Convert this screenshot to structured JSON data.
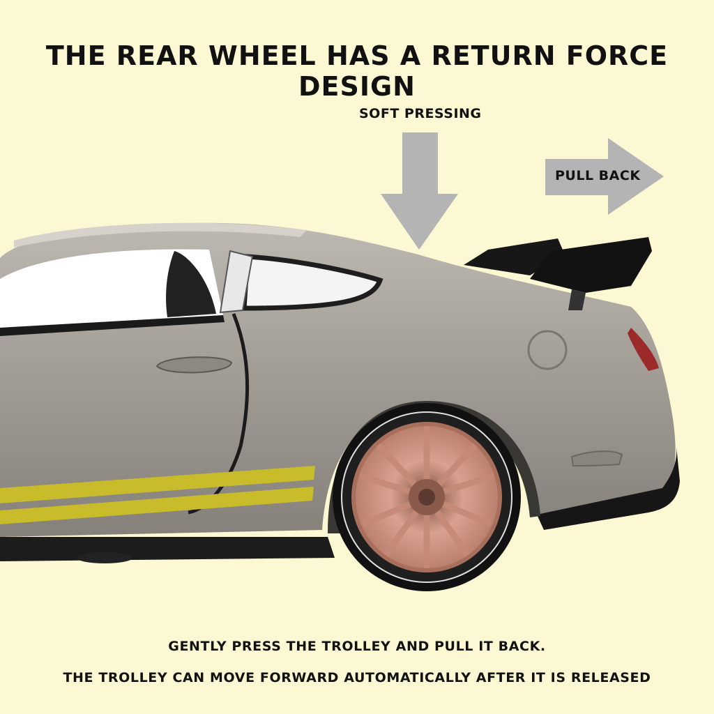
{
  "headline": "THE REAR WHEEL HAS A RETURN FORCE DESIGN",
  "arrows": {
    "down_label": "SOFT PRESSING",
    "right_label": "PULL BACK"
  },
  "captions": {
    "line1": "GENTLY PRESS THE TROLLEY AND PULL IT BACK.",
    "line2": "THE TROLLEY CAN MOVE FORWARD AUTOMATICALLY AFTER IT IS RELEASED"
  },
  "colors": {
    "background": "#fbf8d3",
    "arrow": "#b4b4b4",
    "car_body": "#9a958e",
    "stripe": "#c8bc2a",
    "rim": "#c98f7c"
  }
}
